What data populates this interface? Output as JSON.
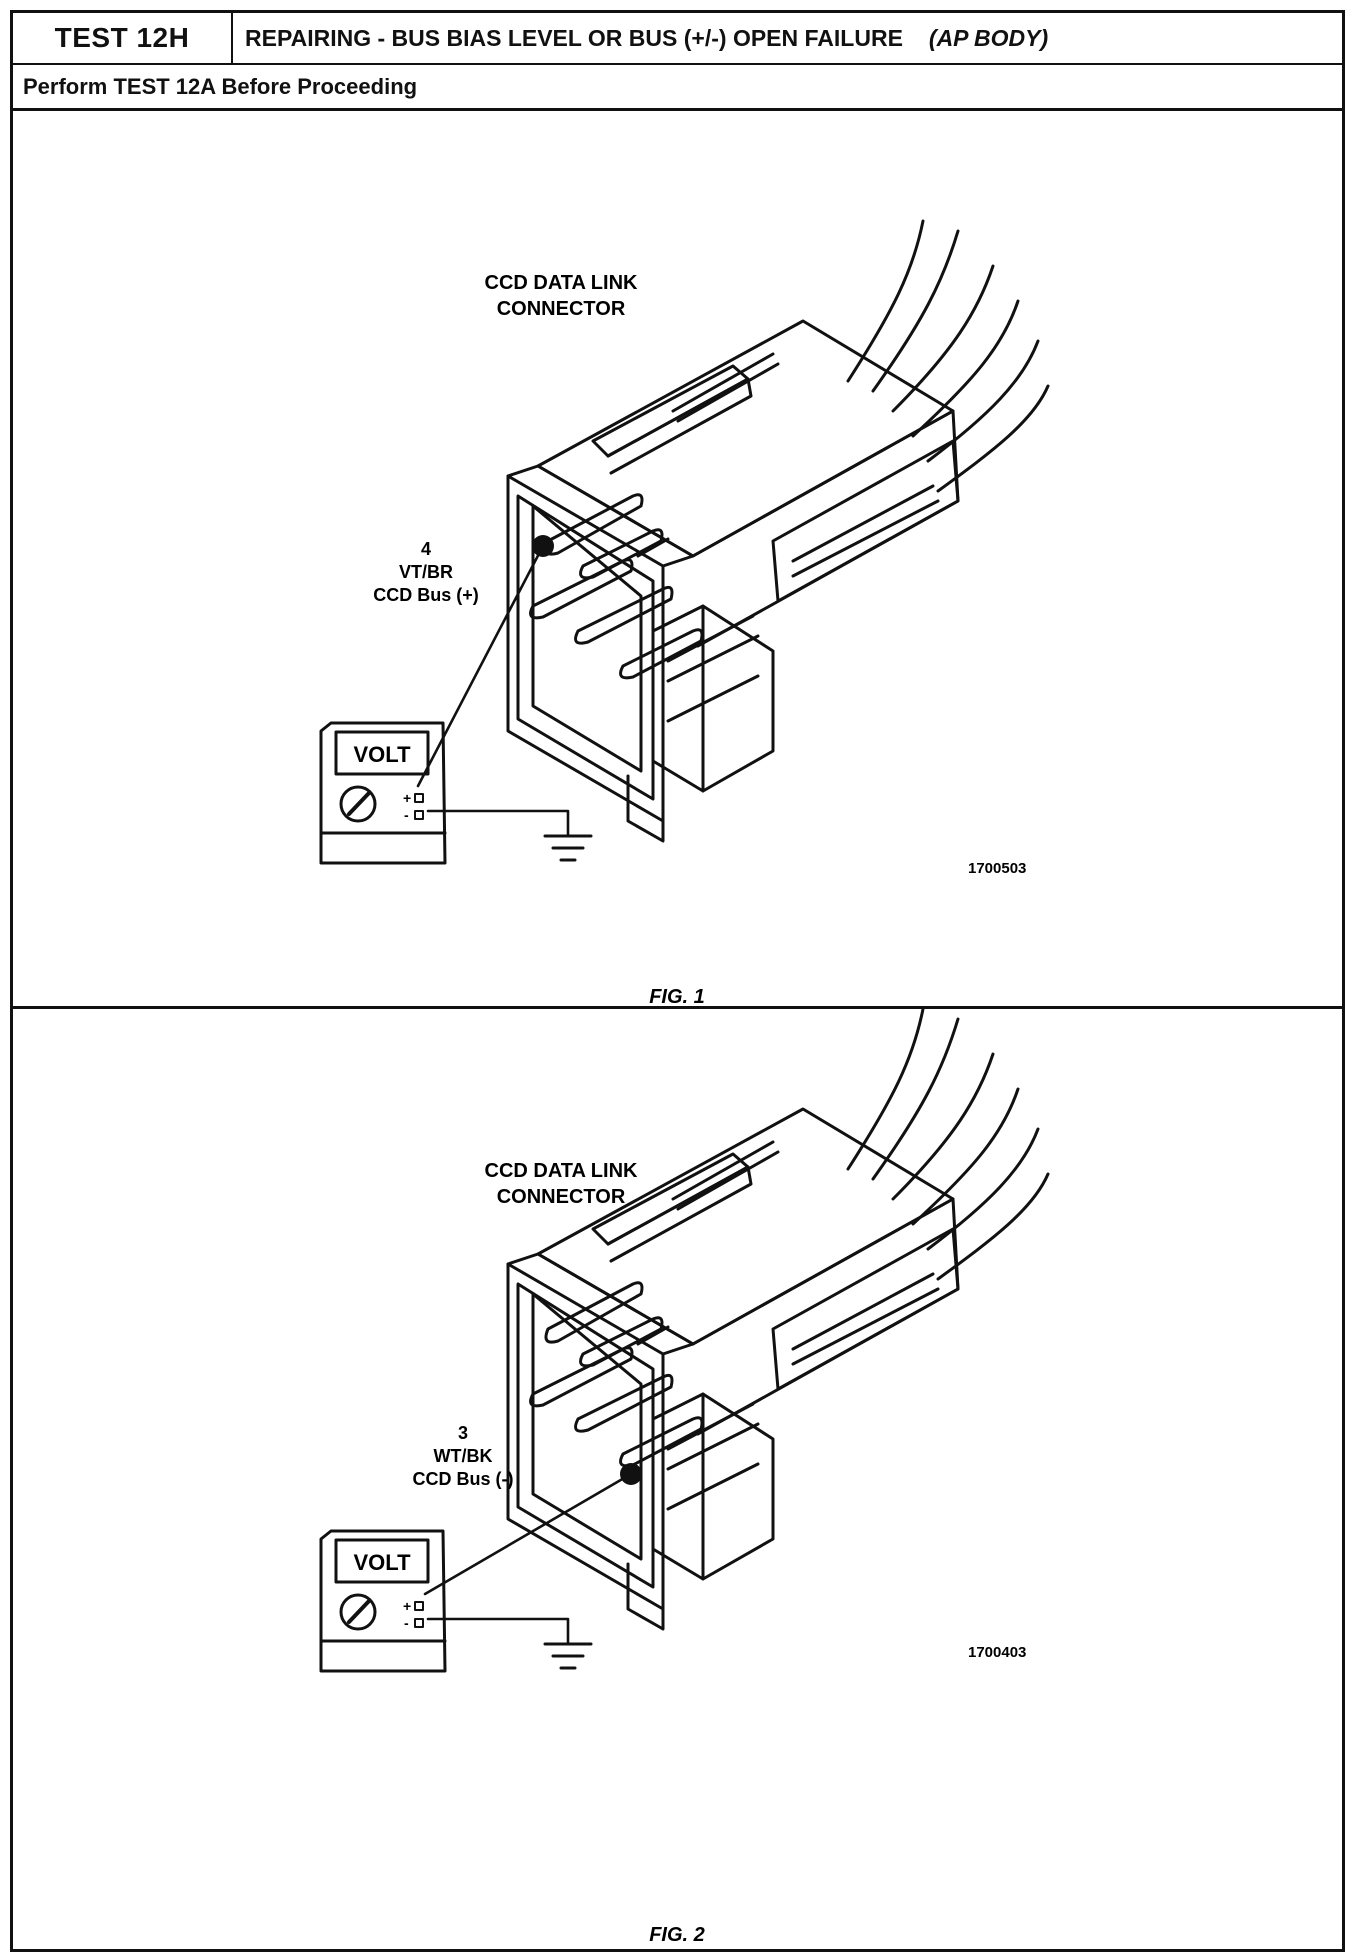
{
  "header": {
    "test_id": "TEST 12H",
    "title": "REPAIRING - BUS BIAS LEVEL OR BUS (+/-) OPEN FAILURE",
    "body_tag": "(AP BODY)",
    "prerequisite": "Perform TEST 12A Before Proceeding"
  },
  "figures": [
    {
      "connector_label_line1": "CCD DATA LINK",
      "connector_label_line2": "CONNECTOR",
      "pin_number": "4",
      "wire_color": "VT/BR",
      "circuit": "CCD Bus (+)",
      "meter_label": "VOLT",
      "meter_pos": "+",
      "meter_neg": "-",
      "part_number": "1700503",
      "caption": "FIG. 1"
    },
    {
      "connector_label_line1": "CCD DATA LINK",
      "connector_label_line2": "CONNECTOR",
      "pin_number": "3",
      "wire_color": "WT/BK",
      "circuit": "CCD Bus (-)",
      "meter_label": "VOLT",
      "meter_pos": "+",
      "meter_neg": "-",
      "part_number": "1700403",
      "caption": "FIG. 2"
    }
  ]
}
